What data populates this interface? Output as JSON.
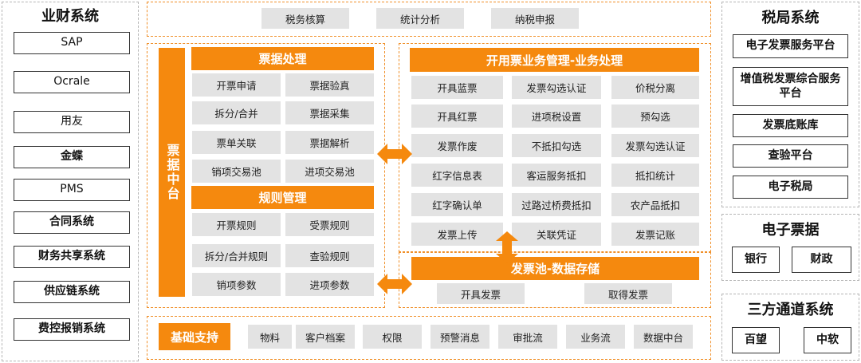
{
  "left": {
    "title": "业财系统",
    "items": [
      "SAP",
      "Ocrale",
      "用友",
      "金蝶",
      "PMS",
      "合同系统",
      "财务共享系统",
      "供应链系统",
      "费控报销系统"
    ]
  },
  "top_bar": {
    "items": [
      "税务核算",
      "统计分析",
      "纳税申报"
    ]
  },
  "middle": {
    "hub_label": "票据中台",
    "ticket_processing": {
      "title": "票据处理",
      "items": [
        "开票申请",
        "票据验真",
        "拆分/合并",
        "票据采集",
        "票单关联",
        "票据解析",
        "销项交易池",
        "进项交易池"
      ]
    },
    "rule_management": {
      "title": "规则管理",
      "items": [
        "开票规则",
        "受票规则",
        "拆分/合并规则",
        "查验规则",
        "销项参数",
        "进项参数"
      ]
    }
  },
  "business": {
    "title": "开用票业务管理-业务处理",
    "items": [
      "开具蓝票",
      "发票勾选认证",
      "价税分离",
      "开具红票",
      "进项税设置",
      "预勾选",
      "发票作废",
      "不抵扣勾选",
      "发票勾选认证",
      "红字信息表",
      "客运服务抵扣",
      "抵扣统计",
      "红字确认单",
      "过路过桥费抵扣",
      "农产品抵扣",
      "发票上传",
      "关联凭证",
      "发票记账"
    ]
  },
  "pool": {
    "title": "发票池-数据存储",
    "items": [
      "开具发票",
      "取得发票"
    ]
  },
  "base": {
    "title": "基础支持",
    "items": [
      "物料",
      "客户档案",
      "权限",
      "预警消息",
      "审批流",
      "业务流",
      "数据中台"
    ]
  },
  "tax_bureau": {
    "title": "税局系统",
    "items": [
      "电子发票服务平台",
      "增值税发票综合服务平台",
      "发票底账库",
      "查验平台",
      "电子税局"
    ]
  },
  "e_ticket": {
    "title": "电子票据",
    "items": [
      "银行",
      "财政"
    ]
  },
  "third_party": {
    "title": "三方通道系统",
    "items": [
      "百望",
      "中软"
    ]
  },
  "colors": {
    "accent": "#f5890e",
    "gray": "#e3e3e3",
    "dashed_orange": "#f0902a",
    "dashed_gray": "#b5b5b5"
  }
}
